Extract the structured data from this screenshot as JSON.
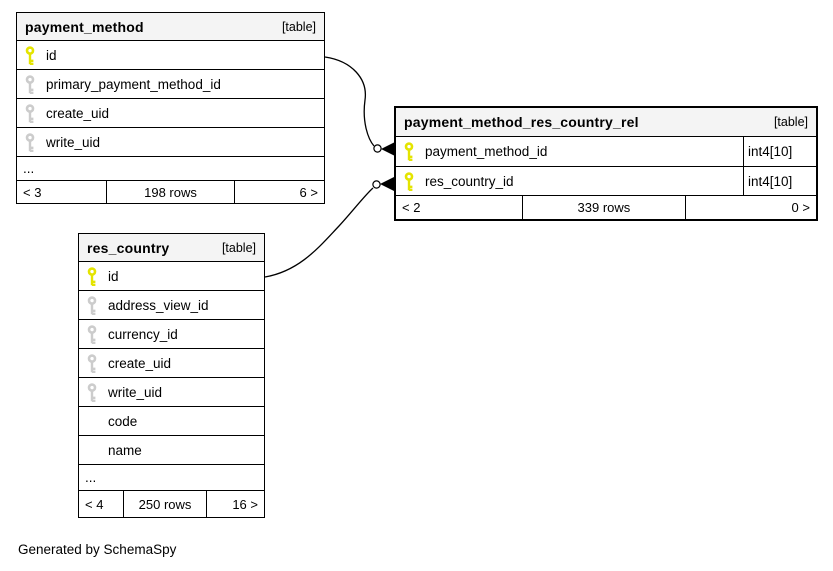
{
  "diagram": {
    "footer_note": "Generated by SchemaSpy"
  },
  "colors": {
    "primary_key": "#e4e400",
    "foreign_key": "#cccccc",
    "header_bg": "#f4f4f4",
    "border": "#000000"
  },
  "tables": [
    {
      "name": "payment_method",
      "type_label": "[table]",
      "columns": [
        {
          "name": "id",
          "icon": "primary-key-icon"
        },
        {
          "name": "primary_payment_method_id",
          "icon": "foreign-key-icon"
        },
        {
          "name": "create_uid",
          "icon": "foreign-key-icon"
        },
        {
          "name": "write_uid",
          "icon": "foreign-key-icon"
        }
      ],
      "more_columns_label": "...",
      "footer": {
        "left": "< 3",
        "center": "198 rows",
        "right": "6 >"
      }
    },
    {
      "name": "payment_method_res_country_rel",
      "type_label": "[table]",
      "columns": [
        {
          "name": "payment_method_id",
          "icon": "primary-key-icon",
          "type": "int4[10]"
        },
        {
          "name": "res_country_id",
          "icon": "primary-key-icon",
          "type": "int4[10]"
        }
      ],
      "footer": {
        "left": "< 2",
        "center": "339 rows",
        "right": "0 >"
      }
    },
    {
      "name": "res_country",
      "type_label": "[table]",
      "columns": [
        {
          "name": "id",
          "icon": "primary-key-icon"
        },
        {
          "name": "address_view_id",
          "icon": "foreign-key-icon"
        },
        {
          "name": "currency_id",
          "icon": "foreign-key-icon"
        },
        {
          "name": "create_uid",
          "icon": "foreign-key-icon"
        },
        {
          "name": "write_uid",
          "icon": "foreign-key-icon"
        },
        {
          "name": "code",
          "icon": null
        },
        {
          "name": "name",
          "icon": null
        }
      ],
      "more_columns_label": "...",
      "footer": {
        "left": "< 4",
        "center": "250 rows",
        "right": "16 >"
      }
    }
  ],
  "relationships": [
    {
      "from_table": "payment_method",
      "from_column": "id",
      "to_table": "payment_method_res_country_rel",
      "to_column": "payment_method_id"
    },
    {
      "from_table": "res_country",
      "from_column": "id",
      "to_table": "payment_method_res_country_rel",
      "to_column": "res_country_id"
    }
  ]
}
